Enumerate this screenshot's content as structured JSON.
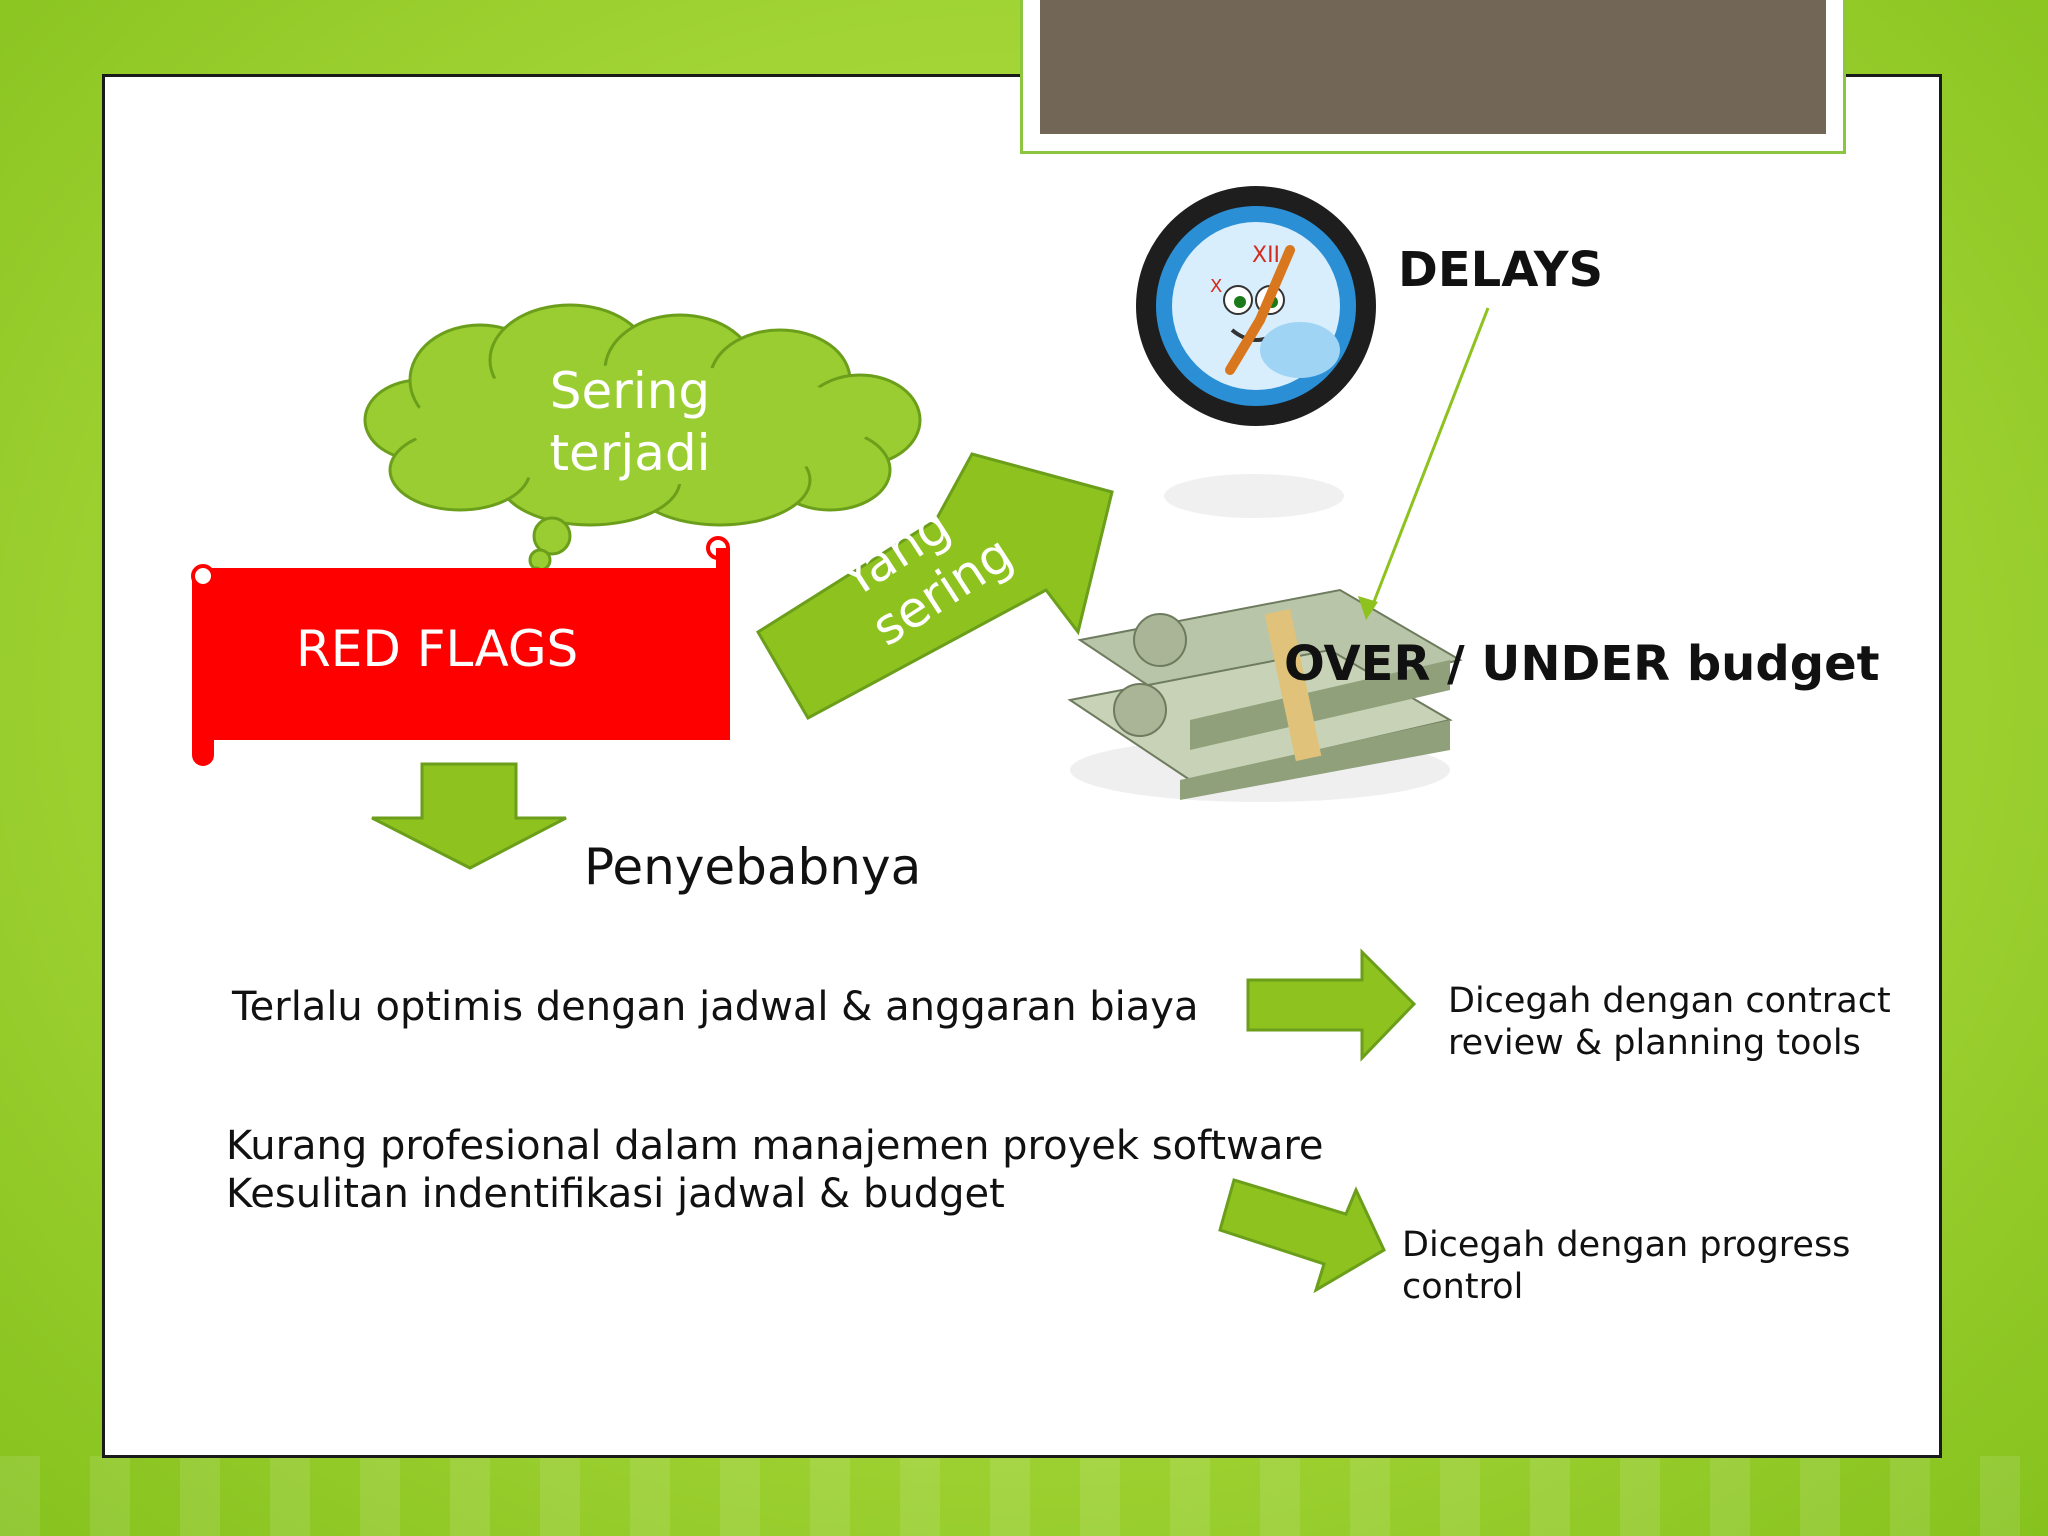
{
  "slide": {
    "cloud_text": "Sering terjadi",
    "flag_label": "RED FLAGS",
    "arrow_label": "Yang sering",
    "effect_1": "DELAYS",
    "effect_2": "OVER / UNDER budget",
    "causes_heading": "Penyebabnya",
    "cause_1": "Terlalu optimis dengan jadwal & anggaran biaya",
    "cause_2_line_1": "Kurang profesional dalam manajemen proyek software",
    "cause_2_line_2": "Kesulitan indentifikasi jadwal & budget",
    "prevention_1": "Dicegah dengan contract review & planning tools",
    "prevention_2": "Dicegah dengan progress control"
  },
  "colors": {
    "arrow_green": "#8dc21f",
    "flag_red": "#ff0000",
    "title_bar": "#726657",
    "background_green": "#a8d83a"
  },
  "icons": [
    "clock-icon",
    "money-stack-icon"
  ]
}
